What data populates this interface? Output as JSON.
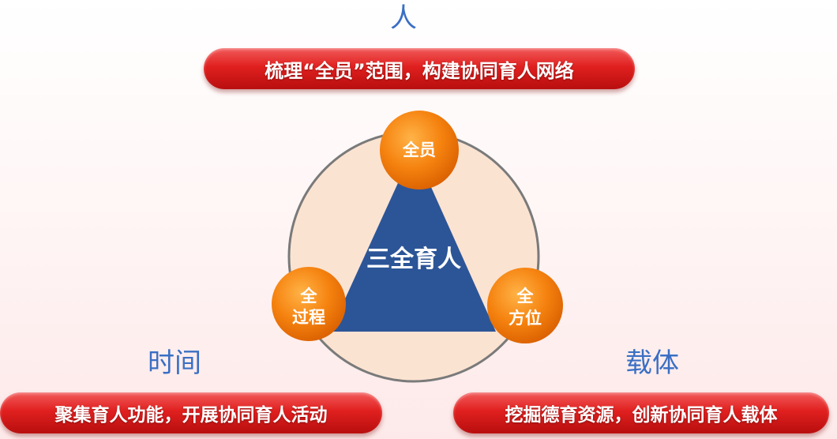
{
  "top": {
    "heading": "人",
    "banner": "梳理“全员”范围，构建协同育人网络"
  },
  "left": {
    "heading": "时间",
    "banner": "聚集育人功能，开展协同育人活动"
  },
  "right": {
    "heading": "载体",
    "banner": "挖掘德育资源，创新协同育人载体"
  },
  "center": {
    "title": "三全育人",
    "nodes": {
      "top": [
        "全员"
      ],
      "left": [
        "全",
        "过程"
      ],
      "right": [
        "全",
        "方位"
      ]
    }
  },
  "colors": {
    "banner_red": "#e0201f",
    "heading_blue": "#3a6fc4",
    "triangle_blue": "#2c5597",
    "circle_peach": "#fbe3d2",
    "node_orange": "#f07a10"
  }
}
